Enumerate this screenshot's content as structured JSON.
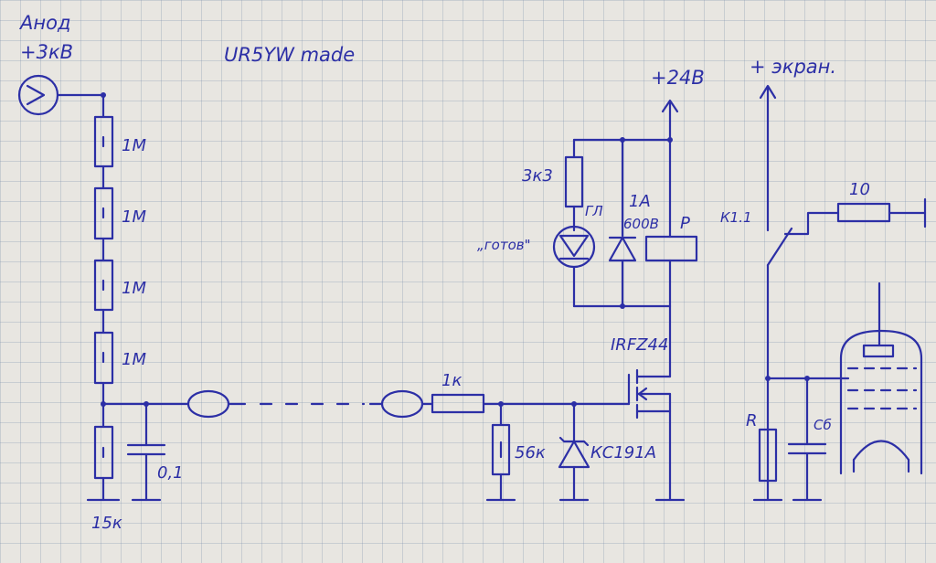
{
  "texts": {
    "anode_name": "Анод",
    "anode_voltage": "+3кВ",
    "author": "UR5YW made",
    "supply_24v": "+24В",
    "screen_supply": "+ экран.",
    "r_div1": "1М",
    "r_div2": "1М",
    "r_div3": "1М",
    "r_div4": "1М",
    "r_bottom": "15к",
    "cap_01": "0,1",
    "r_1k": "1к",
    "r_56k": "56к",
    "zener": "КС191А",
    "mosfet": "IRFZ44",
    "r_3k3": "3к3",
    "led_tag": "ГЛ",
    "led_label": "„готов\"",
    "diode_current": "1А",
    "diode_voltage": "600В",
    "relay": "Р",
    "relay_contact": "К1.1",
    "r_10": "10",
    "r_r": "R",
    "c_cb": "Cб"
  },
  "ink_color": "#2c2fa6",
  "paper_color": "#e8e6e1"
}
